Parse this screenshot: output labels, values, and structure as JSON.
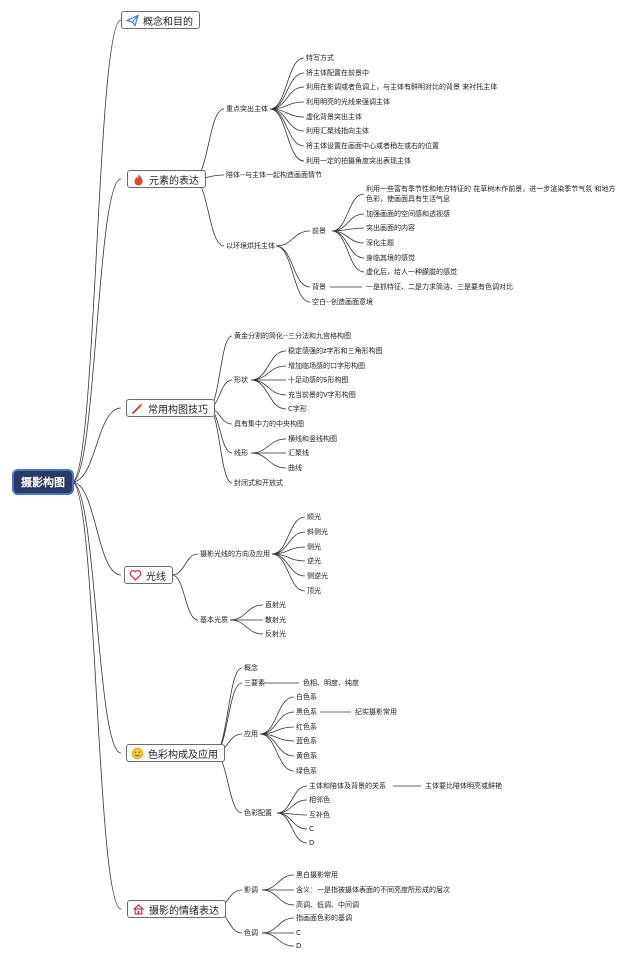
{
  "root": "摄影构图",
  "colors": {
    "root_bg": "#2b3a62",
    "root_ring": "#4a73c9",
    "line": "#333333"
  },
  "branches": {
    "b1": {
      "label": "概念和目的",
      "icon": "paper-plane-icon"
    },
    "b2": {
      "label": "元素的表达",
      "icon": "flame-icon",
      "focus": "重点突出主体",
      "focus_items": [
        "特写方式",
        "将主体配置在前景中",
        "利用在影调或者色调上，与主体有鲜明对比的背景 来衬托主体",
        "利用明亮的光线来强调主体",
        "虚化背景突出主体",
        "利用汇聚线指向主体",
        "将主体设置在画面中心或者稍左或右的位置",
        "利用一定的拍摄角度突出表现主体"
      ],
      "companion": "陪体--与主体一起构造画面情节",
      "environment": "以环境烘托主体",
      "foreground": "前景",
      "fg_items": [
        "利用一些富有季节性和地方特征的 花草树木作前景，进一步渲染季节气氛 和地方色彩，使画面具有生活气息",
        "加强画面的空间感和透视感",
        "突出画面的内容",
        "深化主题",
        "身临其境的感觉",
        "虚化后，给人一种朦胧的感觉"
      ],
      "background": "背景",
      "bg_item": "一是抓特征、二是力求简洁、三是要有色调对比",
      "blank": "空白--创造画面意境"
    },
    "b3": {
      "label": "常用构图技巧",
      "icon": "magic-wand-icon",
      "golden": "黄金分割的简化--三分法和九宫格构图",
      "shape": "形状",
      "shape_items": [
        "稳定感强的z字形和三角形构图",
        "增加临场感的口字形构图",
        "十足动感的S形构图",
        "充当前景的V字形构图",
        "C字形"
      ],
      "center": "具有集中力的中央构图",
      "lines": "线形",
      "line_items": [
        "横线和竖线构图",
        "汇聚线",
        "曲线"
      ],
      "closed": "封闭式和开放式"
    },
    "b4": {
      "label": "光线",
      "icon": "heart-icon",
      "direction": "摄影光线的方向及应用",
      "direction_items": [
        "顺光",
        "斜侧光",
        "侧光",
        "逆光",
        "侧逆光",
        "顶光"
      ],
      "quality": "基本光质",
      "quality_items": [
        "直射光",
        "散射光",
        "反射光"
      ]
    },
    "b5": {
      "label": "色彩构成及应用",
      "icon": "smiley-icon",
      "concept": "概念",
      "three": "三要素",
      "three_item": "色相、明度、纯度",
      "app": "应用",
      "app_items": [
        "白色系",
        "黑色系",
        "红色系",
        "蓝色系",
        "黄色系",
        "绿色系"
      ],
      "black_note": "纪实摄影常用",
      "match": "色彩配置",
      "match_items": [
        "主体和陪体及背景的关系",
        "相邻色",
        "互补色",
        "C",
        "D"
      ],
      "relation_note": "主体要比陪体明亮或鲜艳"
    },
    "b6": {
      "label": "摄影的情绪表达",
      "icon": "home-icon",
      "tone": "影调",
      "tone_items": [
        "黑白摄影常用",
        "含义：一是指被摄体表面的不同亮度所形成的层次",
        "高调、低调、中间调"
      ],
      "hue": "色调",
      "hue_items": [
        "指画面色彩的基调",
        "C",
        "D"
      ]
    }
  }
}
